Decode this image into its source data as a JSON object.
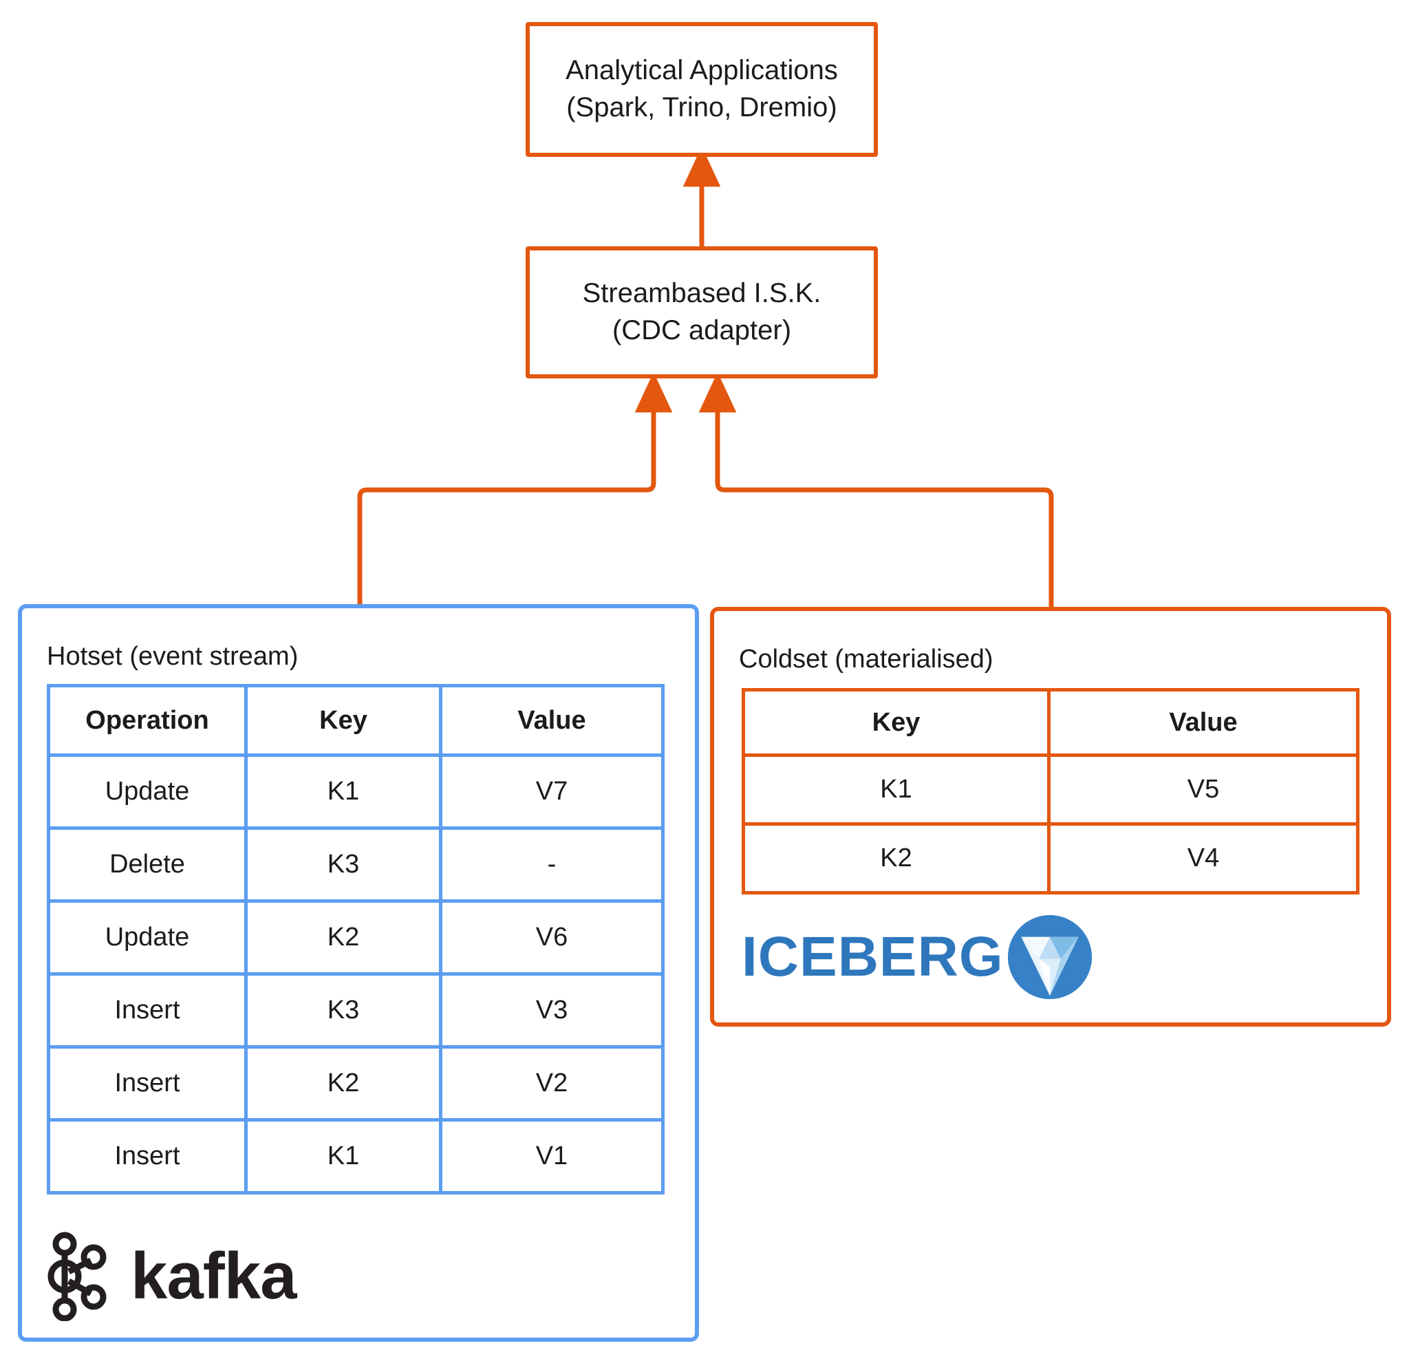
{
  "diagram": {
    "colors": {
      "orange": "#E3570F",
      "blue": "#5C9DF1",
      "iceberg_blue": "#2E77BC",
      "kafka_black": "#231F20",
      "text": "#1B1B1B",
      "background": "#FFFFFF"
    },
    "nodes": {
      "analytical_apps": {
        "line1": "Analytical Applications",
        "line2": "(Spark, Trino, Dremio)"
      },
      "streambased_isk": {
        "line1": "Streambased I.S.K.",
        "line2": "(CDC adapter)"
      }
    },
    "hotset": {
      "title": "Hotset (event stream)",
      "logo_text": "kafka",
      "logo_icon": "kafka-node-graph-icon",
      "table": {
        "headers": [
          "Operation",
          "Key",
          "Value"
        ],
        "rows": [
          [
            "Update",
            "K1",
            "V7"
          ],
          [
            "Delete",
            "K3",
            "-"
          ],
          [
            "Update",
            "K2",
            "V6"
          ],
          [
            "Insert",
            "K3",
            "V3"
          ],
          [
            "Insert",
            "K2",
            "V2"
          ],
          [
            "Insert",
            "K1",
            "V1"
          ]
        ]
      }
    },
    "coldset": {
      "title": "Coldset (materialised)",
      "logo_text": "ICEBERG",
      "logo_icon": "iceberg-gem-globe-icon",
      "table": {
        "headers": [
          "Key",
          "Value"
        ],
        "rows": [
          [
            "K1",
            "V5"
          ],
          [
            "K2",
            "V4"
          ]
        ]
      }
    },
    "connections": [
      {
        "from": "streambased_isk",
        "to": "analytical_apps",
        "style": "arrow-up"
      },
      {
        "from": "hotset",
        "to": "streambased_isk",
        "style": "elbow-arrow-up"
      },
      {
        "from": "coldset",
        "to": "streambased_isk",
        "style": "elbow-arrow-up"
      }
    ]
  }
}
